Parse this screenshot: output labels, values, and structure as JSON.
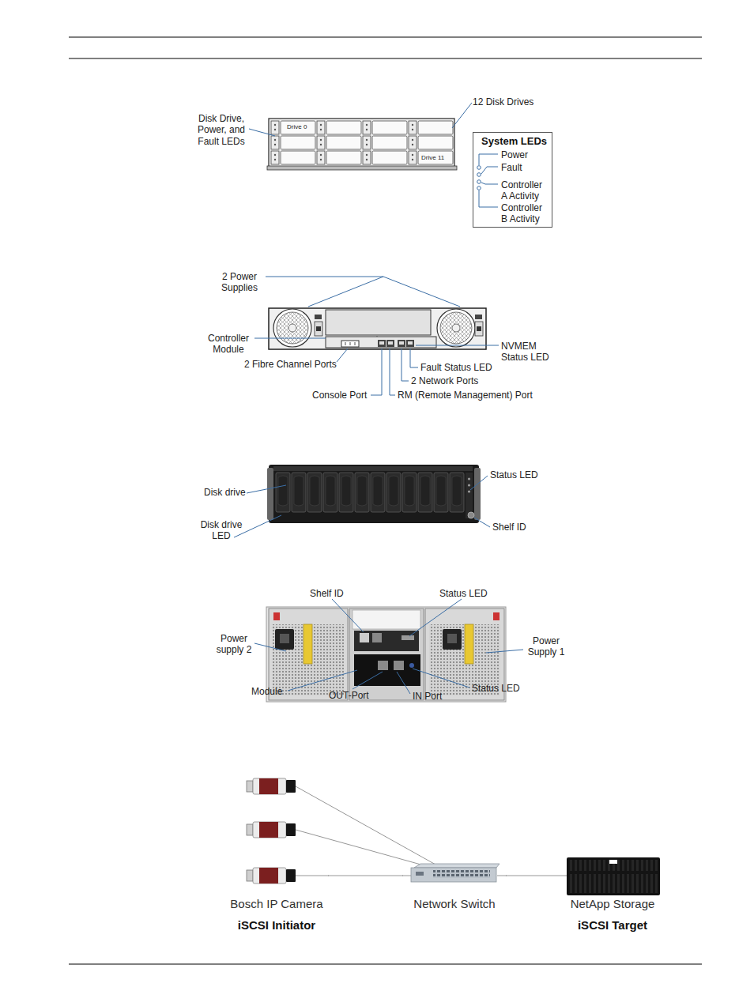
{
  "diagram": {
    "nodes": [
      {
        "text": [
          "System LEDs",
          "Power",
          "Fault",
          "Controller A Activity",
          "Controller B Activity"
        ]
      },
      {
        "text": [
          "Bosch IP Camera",
          "iSCSI Initiator"
        ]
      },
      {
        "text": [
          "Network Switch"
        ]
      },
      {
        "text": [
          "NetApp Storage",
          "iSCSI Target"
        ]
      }
    ],
    "edges": [
      {
        "from": 1,
        "to": 2,
        "arrow": "none"
      },
      {
        "from": 2,
        "to": 3,
        "arrow": "none"
      }
    ],
    "labels": [
      "Disk Drive, Power, and Fault LEDs",
      "12 Disk Drives",
      "Drive 0",
      "Drive 11",
      "2 Power Supplies",
      "Controller Module",
      "2 Fibre Channel Ports",
      "Console Port",
      "RM (Remote Management) Port",
      "2 Network Ports",
      "Fault Status LED",
      "NVMEM Status LED",
      "Disk drive",
      "Disk drive LED",
      "Status LED",
      "Shelf ID",
      "Shelf ID",
      "Status LED",
      "Power supply 2",
      "Power Supply 1",
      "Module",
      "OUT-Port",
      "IN Port",
      "Status LED"
    ]
  }
}
